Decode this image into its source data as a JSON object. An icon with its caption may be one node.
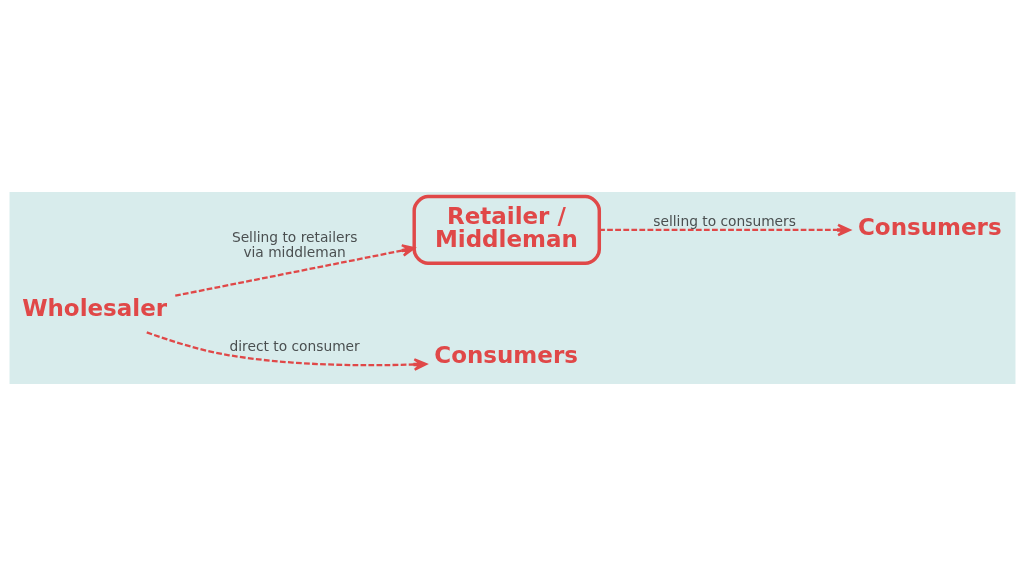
{
  "diagram": {
    "nodes": [
      {
        "text": [
          "Wholesaler"
        ]
      },
      {
        "text": [
          "Retailer / Middleman"
        ]
      },
      {
        "text": [
          "Consumers"
        ]
      },
      {
        "text": [
          "Consumers"
        ]
      }
    ],
    "edges": [
      {
        "from": 0,
        "to": 1,
        "arrow": "to",
        "style": "dashed",
        "label": "Selling to retailers via middleman"
      },
      {
        "from": 1,
        "to": 2,
        "arrow": "to",
        "style": "dashed",
        "label": "selling to consumers"
      },
      {
        "from": 0,
        "to": 3,
        "arrow": "to",
        "style": "dashed",
        "label": "direct to consumer"
      }
    ]
  }
}
